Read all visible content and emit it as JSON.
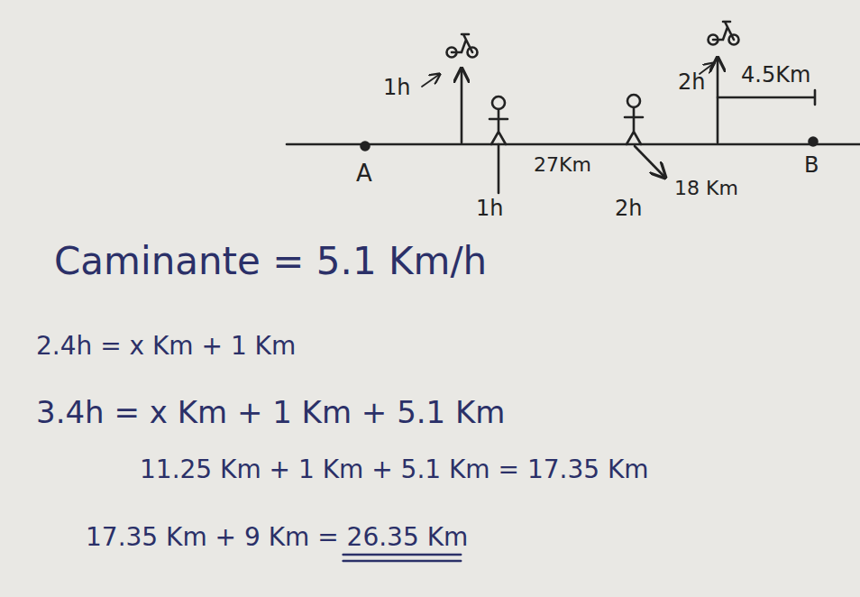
{
  "diagram": {
    "labels": [
      "1h",
      "2h",
      "4.5Km",
      "A",
      "27Km",
      "B",
      "1h",
      "2h",
      "18 Km",
      "Caminante = 5.1 Km/h",
      "2.4h = x Km + 1 Km",
      "3.4h = x Km + 1 Km + 5.1 Km",
      "11.25 Km + 1 Km + 5.1 Km = 17.35 Km",
      "17.35 Km + 9 Km = 26.35 Km"
    ]
  }
}
